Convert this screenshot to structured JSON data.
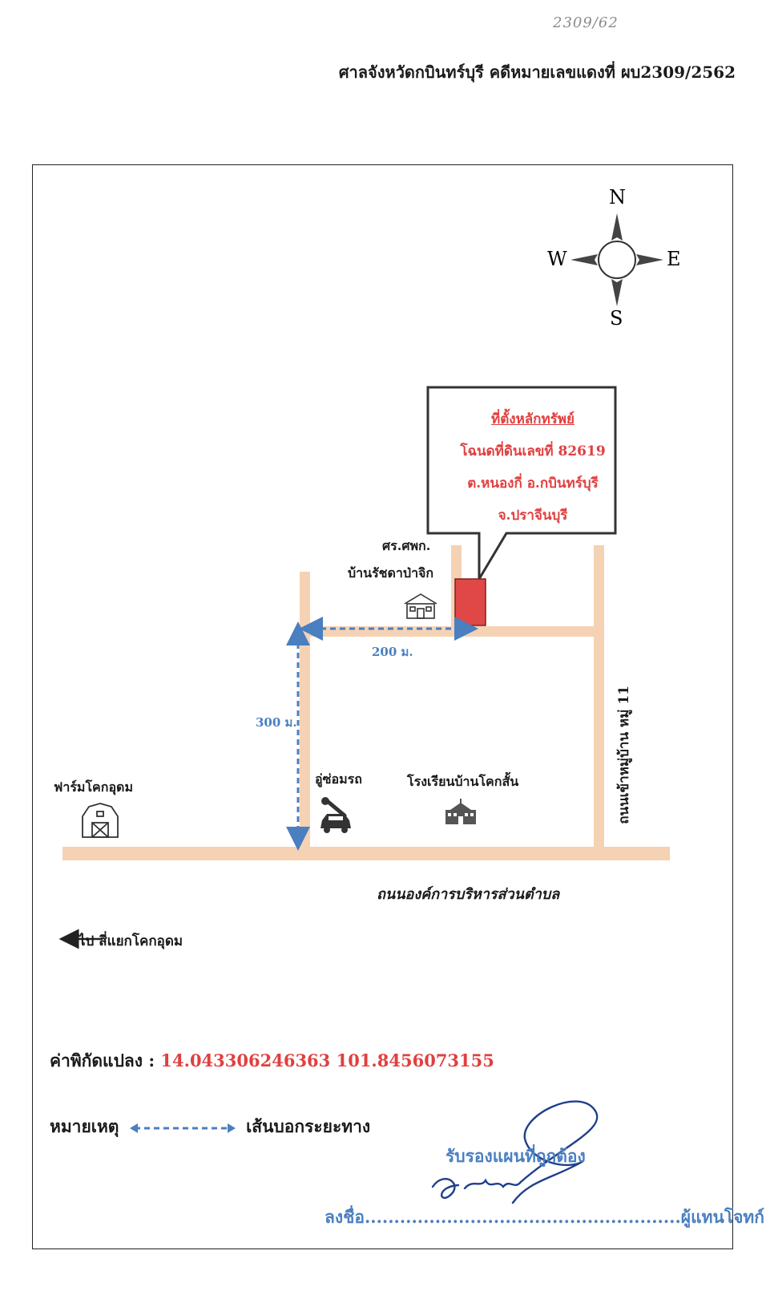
{
  "handwritten_note": "2309/62",
  "header": "ศาลจังหวัดกบินทร์บุรี คดีหมายเลขแดงที่ ผบ2309/2562",
  "compass": {
    "north": "N",
    "south": "S",
    "east": "E",
    "west": "W"
  },
  "callout": {
    "title": "ที่ตั้งหลักทรัพย์",
    "line1": "โฉนดที่ดินเลขที่ 82619",
    "line2": "ต.หนองกี่ อ.กบินทร์บุรี",
    "line3": "จ.ปราจีนบุรี"
  },
  "places": {
    "center_line1": "ศร.ศพก.",
    "center_line2": "บ้านรัชดาป่าจิก",
    "garage": "อู่ซ่อมรถ",
    "school": "โรงเรียนบ้านโคกสั้น",
    "farm": "ฟาร์มโคกอุดม"
  },
  "distances": {
    "horizontal": "200 ม.",
    "vertical": "300 ม."
  },
  "roads": {
    "bottom": "ถนนองค์การบริหารส่วนตำบล",
    "right": "ถนนเข้าหมู่บ้าน หมู่ 11"
  },
  "direction_note": "ไป สี่แยกโคกอุดม",
  "coordinates": {
    "label": "ค่าพิกัดแปลง :",
    "value": "14.043306246363 101.8456073155"
  },
  "legend": {
    "label": "หมายเหตุ",
    "description": "เส้นบอกระยะทาง"
  },
  "certification": {
    "text": "รับรองแผนที่ถูกต้อง",
    "sign_prefix": "ลงชื่อ",
    "sign_dots": "......................................................",
    "sign_suffix": "ผู้แทนโจทก์"
  },
  "colors": {
    "road": "#f5d2b3",
    "plot": "#e04848",
    "accent_red": "#e04040",
    "accent_blue": "#4a7fc0"
  }
}
